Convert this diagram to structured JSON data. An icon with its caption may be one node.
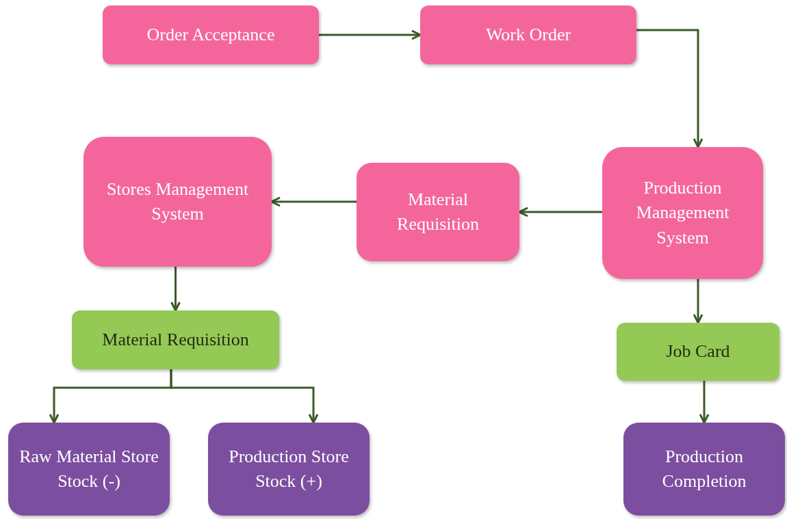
{
  "diagram": {
    "nodes": [
      {
        "text": [
          "Order Acceptance"
        ]
      },
      {
        "text": [
          "Work Order"
        ]
      },
      {
        "text": [
          "Production Management System"
        ]
      },
      {
        "text": [
          "Material Requisition"
        ]
      },
      {
        "text": [
          "Stores Management System"
        ]
      },
      {
        "text": [
          "Material Requisition"
        ]
      },
      {
        "text": [
          "Job Card"
        ]
      },
      {
        "text": [
          "Raw Material Store Stock (-)"
        ]
      },
      {
        "text": [
          "Production Store Stock (+)"
        ]
      },
      {
        "text": [
          "Production Completion"
        ]
      }
    ],
    "edges": [
      {
        "from": 0,
        "to": 1,
        "arrow": "to"
      },
      {
        "from": 1,
        "to": 2,
        "arrow": "to"
      },
      {
        "from": 2,
        "to": 3,
        "arrow": "to"
      },
      {
        "from": 3,
        "to": 4,
        "arrow": "to"
      },
      {
        "from": 4,
        "to": 5,
        "arrow": "to"
      },
      {
        "from": 2,
        "to": 6,
        "arrow": "to"
      },
      {
        "from": 5,
        "to": 7,
        "arrow": "to"
      },
      {
        "from": 5,
        "to": 8,
        "arrow": "to"
      },
      {
        "from": 6,
        "to": 9,
        "arrow": "to"
      }
    ]
  }
}
